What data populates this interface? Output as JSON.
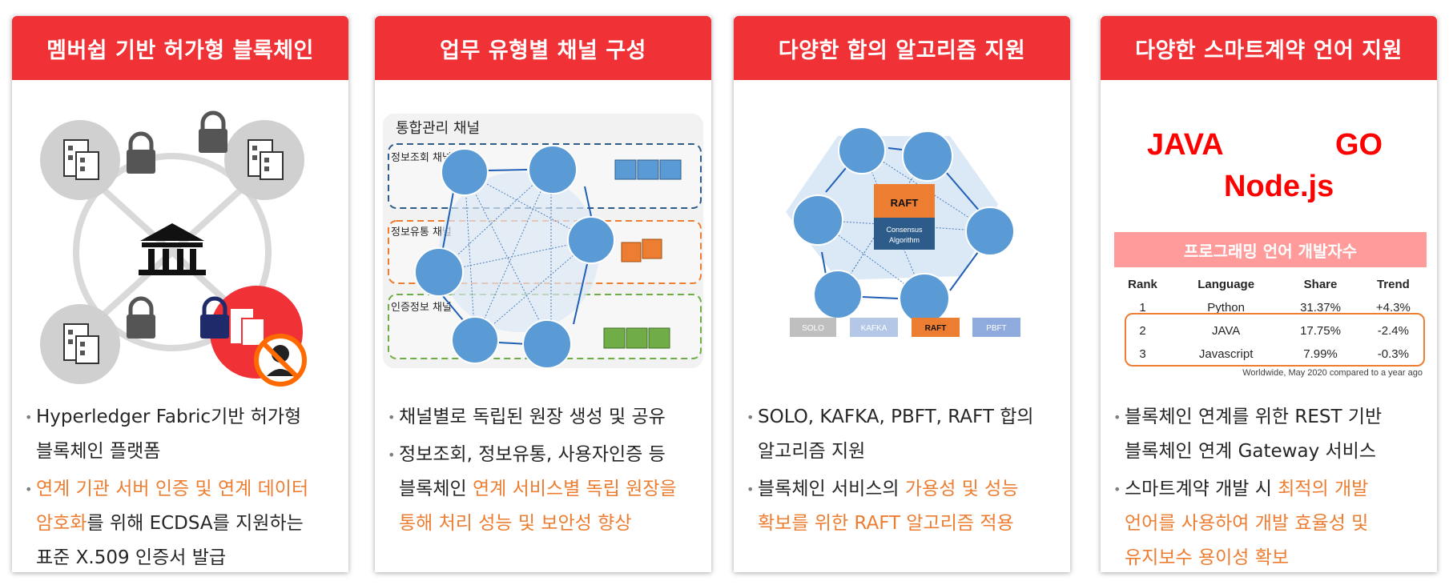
{
  "cards": [
    {
      "title": "멤버쉽 기반 허가형 블록체인",
      "bullets": [
        {
          "parts": [
            {
              "text": "Hyperledger Fabric기반  허가형",
              "hl": false
            }
          ],
          "line2": [
            {
              "text": "블록체인 플랫폼",
              "hl": false
            }
          ]
        },
        {
          "parts": [
            {
              "text": "연계 기관 서버 인증 및 연계 데이터",
              "hl": true
            }
          ],
          "line2": [
            {
              "text": "암호화",
              "hl": true
            },
            {
              "text": "를 위해  ECDSA를 지원하는",
              "hl": false
            }
          ],
          "line3": [
            {
              "text": "표준 X.509 인증서 발급",
              "hl": false
            }
          ]
        }
      ]
    },
    {
      "title": "업무 유형별 채널 구성",
      "channels": {
        "main": "통합관리 채널",
        "ch1": "정보조회 채널",
        "ch2": "정보유통 채널",
        "ch3": "인증정보 채널"
      },
      "bullets": [
        {
          "parts": [
            {
              "text": "채널별로 독립된 원장 생성 및 공유",
              "hl": false
            }
          ]
        },
        {
          "parts": [
            {
              "text": "정보조회, 정보유통, 사용자인증 등",
              "hl": false
            }
          ],
          "line2": [
            {
              "text": "블록체인 ",
              "hl": false
            },
            {
              "text": "연계 서비스별 독립 원장을",
              "hl": true
            }
          ],
          "line3": [
            {
              "text": "통해 처리 성능 및 보안성 향상",
              "hl": true
            }
          ]
        }
      ]
    },
    {
      "title": "다양한 합의 알고리즘 지원",
      "consensus": {
        "raft": "RAFT",
        "algo_line1": "Consensus",
        "algo_line2": "Algorithm",
        "options": [
          "SOLO",
          "KAFKA",
          "RAFT",
          "PBFT"
        ]
      },
      "bullets": [
        {
          "parts": [
            {
              "text": " SOLO, KAFKA, PBFT, RAFT 합의",
              "hl": false
            }
          ],
          "line2": [
            {
              "text": "알고리즘 지원",
              "hl": false
            }
          ]
        },
        {
          "parts": [
            {
              "text": "블록체인 서비스의 ",
              "hl": false
            },
            {
              "text": "가용성 및  성능",
              "hl": true
            }
          ],
          "line2": [
            {
              "text": "확보를 위한 RAFT 알고리즘 적용",
              "hl": true
            }
          ]
        }
      ]
    },
    {
      "title": "다양한 스마트계약 언어 지원",
      "languages": {
        "java": "JAVA",
        "go": "GO",
        "node": "Node.js"
      },
      "table": {
        "title": "프로그래밍 언어 개발자수",
        "headers": [
          "Rank",
          "Language",
          "Share",
          "Trend"
        ],
        "rows": [
          [
            "1",
            "Python",
            "31.37%",
            "+4.3%"
          ],
          [
            "2",
            "JAVA",
            "17.75%",
            "-2.4%"
          ],
          [
            "3",
            "Javascript",
            "7.99%",
            "-0.3%"
          ]
        ],
        "note": "Worldwide, May 2020 compared to a year ago"
      },
      "bullets": [
        {
          "parts": [
            {
              "text": "블록체인 연계를 위한  REST  기반",
              "hl": false
            }
          ],
          "line2": [
            {
              "text": "블록체인 연계  Gateway 서비스",
              "hl": false
            }
          ]
        },
        {
          "parts": [
            {
              "text": "스마트계약 개발 시 ",
              "hl": false
            },
            {
              "text": "최적의 개발",
              "hl": true
            }
          ],
          "line2": [
            {
              "text": "언어를 사용하여 개발 효율성 및",
              "hl": true
            }
          ],
          "line3": [
            {
              "text": "유지보수 용이성 확보",
              "hl": true
            }
          ]
        }
      ]
    }
  ],
  "colors": {
    "header": "#f03236",
    "highlight": "#ed7d31",
    "node": "#5b9bd5",
    "raft": "#ed7d31",
    "algo": "#2e5c8a"
  }
}
